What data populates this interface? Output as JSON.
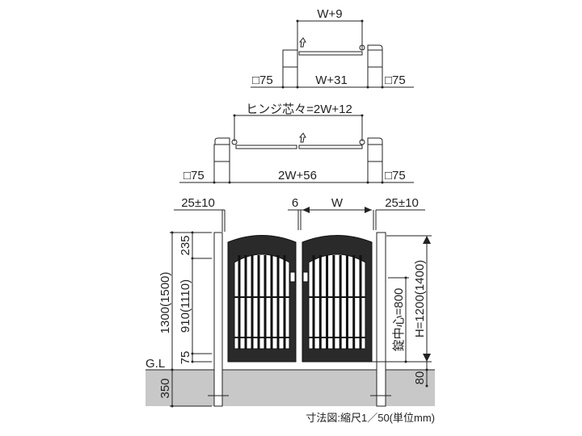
{
  "plan_single": {
    "top_dim": "W+9",
    "left_post": "□75",
    "bottom_dim": "W+31",
    "right_post": "□75"
  },
  "plan_double": {
    "top_dim": "ヒンジ芯々=2W+12",
    "left_post": "□75",
    "bottom_dim": "2W+56",
    "right_post": "□75"
  },
  "elevation": {
    "left_gap": "25±10",
    "center_gap": "6",
    "leaf_width": "W",
    "right_gap": "25±10",
    "top_offset": "235",
    "mid_height": "910(1110)",
    "total_height": "1300(1500)",
    "bottom_offset": "75",
    "ground_label": "G.L",
    "embed_depth": "350",
    "lock_center": "錠中心=800",
    "gate_height": "H=1200(1400)",
    "ground_clearance": "80"
  },
  "caption": "寸法図:縮尺1／50(単位mm)",
  "colors": {
    "ground": "#c8c8c8",
    "ink": "#222222"
  }
}
